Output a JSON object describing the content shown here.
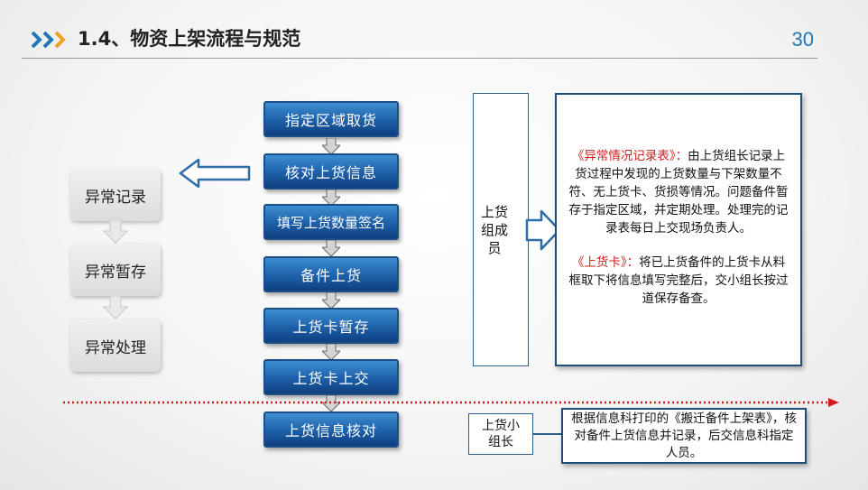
{
  "header": {
    "title": "1.4、物资上架流程与规范",
    "page_number": "30",
    "accent_color": "#1f78b4"
  },
  "left_column": {
    "items": [
      "异常记录",
      "异常暂存",
      "异常处理"
    ]
  },
  "flow": {
    "steps": [
      "指定区域取货",
      "核对上货信息",
      "填写上货数量签名",
      "备件上货",
      "上货卡暂存",
      "上货卡上交",
      "上货信息核对"
    ],
    "box_color": "#1d5fa8"
  },
  "member": {
    "label_lines": [
      "上货",
      "组成",
      "员"
    ]
  },
  "description": {
    "para1_title": "《异常情况记录表》：",
    "para1_body": "由上货组长记录上货过程中发现的上货数量与下架数量不符、无上货卡、货损等情况。问题备件暂存于指定区域，并定期处理。处理完的记录表每日上交现场负责人。",
    "para2_title": "《上货卡》：",
    "para2_body": "将已上货备件的上货卡从料框取下将信息填写完整后，交小组长按过道保存备查。"
  },
  "leader": {
    "label_lines": [
      "上货小",
      "组长"
    ],
    "desc": "根据信息科打印的《搬迁备件上架表》，核对备件上货信息并记录，后交信息科指定人员。"
  },
  "divider_color": "#d01c1c"
}
